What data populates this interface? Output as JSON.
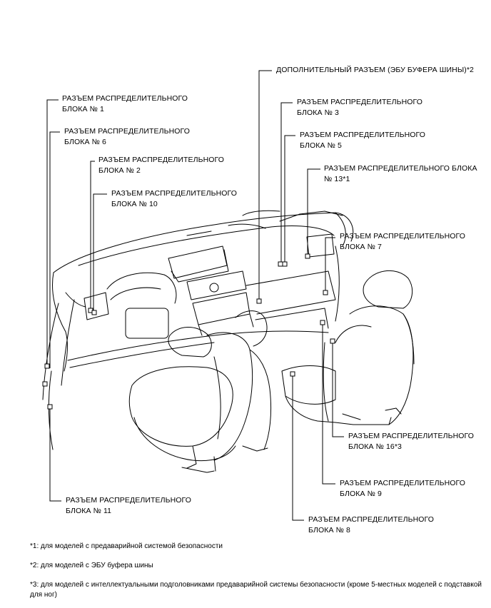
{
  "labels": {
    "l1": {
      "line1": "РАЗЪЕМ РАСПРЕДЕЛИТЕЛЬНОГО",
      "line2": "БЛОКА № 1"
    },
    "l6": {
      "line1": "РАЗЪЕМ РАСПРЕДЕЛИТЕЛЬНОГО",
      "line2": "БЛОКА № 6"
    },
    "l2": {
      "line1": "РАЗЪЕМ РАСПРЕДЕЛИТЕЛЬНОГО",
      "line2": "БЛОКА № 2"
    },
    "l10": {
      "line1": "РАЗЪЕМ РАСПРЕДЕЛИТЕЛЬНОГО",
      "line2": "БЛОКА № 10"
    },
    "extra": {
      "line1": "ДОПОЛНИТЕЛЬНЫЙ РАЗЪЕМ (ЭБУ БУФЕРА ШИНЫ)*2"
    },
    "l3": {
      "line1": "РАЗЪЕМ РАСПРЕДЕЛИТЕЛЬНОГО",
      "line2": "БЛОКА № 3"
    },
    "l5": {
      "line1": "РАЗЪЕМ РАСПРЕДЕЛИТЕЛЬНОГО",
      "line2": "БЛОКА № 5"
    },
    "l13": {
      "line1": "РАЗЪЕМ РАСПРЕДЕЛИТЕЛЬНОГО БЛОКА",
      "line2": "№ 13*1"
    },
    "l7": {
      "line1": "РАЗЪЕМ РАСПРЕДЕЛИТЕЛЬНОГО",
      "line2": "БЛОКА № 7"
    },
    "l16": {
      "line1": "РАЗЪЕМ РАСПРЕДЕЛИТЕЛЬНОГО",
      "line2": "БЛОКА № 16*3"
    },
    "l9": {
      "line1": "РАЗЪЕМ РАСПРЕДЕЛИТЕЛЬНОГО",
      "line2": "БЛОКА № 9"
    },
    "l11": {
      "line1": "РАЗЪЕМ РАСПРЕДЕЛИТЕЛЬНОГО",
      "line2": "БЛОКА № 11"
    },
    "l8": {
      "line1": "РАЗЪЕМ РАСПРЕДЕЛИТЕЛЬНОГО",
      "line2": "БЛОКА № 8"
    }
  },
  "footnotes": {
    "n1": "*1: для моделей с предаварийной системой безопасности",
    "n2": "*2: для моделей с ЭБУ буфера шины",
    "n3": "*3: для моделей с интеллектуальными подголовниками предаварийной системы безопасности (кроме 5-местных моделей с подставкой для ног)"
  }
}
